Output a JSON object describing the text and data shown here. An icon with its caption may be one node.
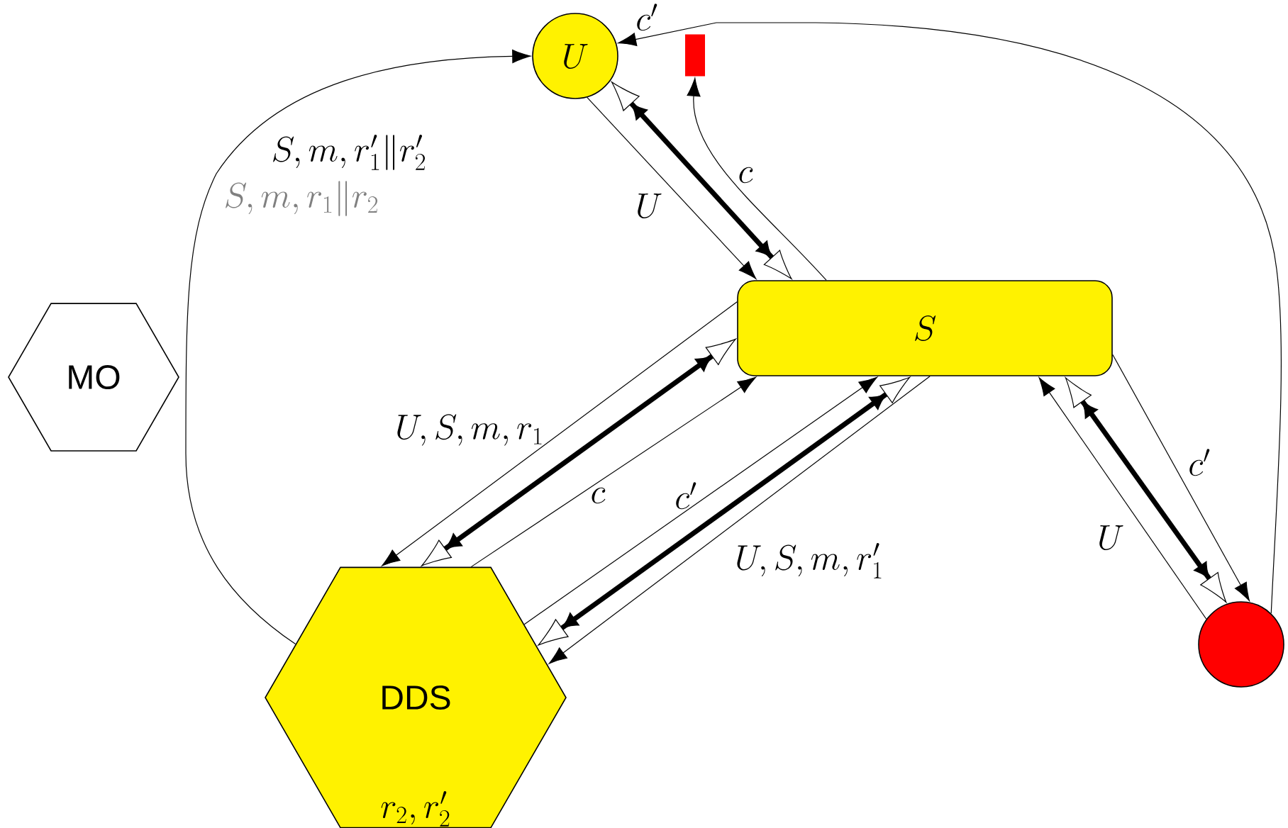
{
  "diagram": {
    "nodes": [
      {
        "text": [
          "U"
        ]
      },
      {
        "text": [],
        "shape": "bar"
      },
      {
        "text": [
          "MO"
        ]
      },
      {
        "text": [
          "S"
        ]
      },
      {
        "text": [
          "DDS",
          "r_2,r'_2"
        ]
      },
      {
        "text": [],
        "shape": "circle"
      }
    ],
    "edges": [
      {
        "from": 4,
        "to": 0,
        "arrow": "to",
        "label": "S,m,r'_1\\|r'_2"
      },
      {
        "from": 5,
        "to": 0,
        "arrow": "to",
        "label": "c'"
      },
      {
        "from": 0,
        "to": 3,
        "arrow": "to",
        "label": "U"
      },
      {
        "from": 0,
        "to": 3,
        "arrow": "both",
        "style": "thick"
      },
      {
        "from": 3,
        "to": 1,
        "arrow": "to",
        "label": "c"
      },
      {
        "from": 3,
        "to": 4,
        "arrow": "to",
        "label": "U,S,m,r_1"
      },
      {
        "from": 3,
        "to": 4,
        "arrow": "both",
        "style": "thick"
      },
      {
        "from": 4,
        "to": 3,
        "arrow": "to",
        "label": "c"
      },
      {
        "from": 4,
        "to": 3,
        "arrow": "to",
        "label": "c'"
      },
      {
        "from": 4,
        "to": 3,
        "arrow": "both",
        "style": "thick"
      },
      {
        "from": 3,
        "to": 4,
        "arrow": "to",
        "label": "U,S,m,r'_1"
      },
      {
        "from": 5,
        "to": 3,
        "arrow": "to",
        "label": "U"
      },
      {
        "from": 3,
        "to": 5,
        "arrow": "both",
        "style": "thick"
      },
      {
        "from": 3,
        "to": 5,
        "arrow": "to",
        "label": "c'"
      }
    ],
    "labels": [
      "S,m,r_1\\|r_2"
    ]
  }
}
